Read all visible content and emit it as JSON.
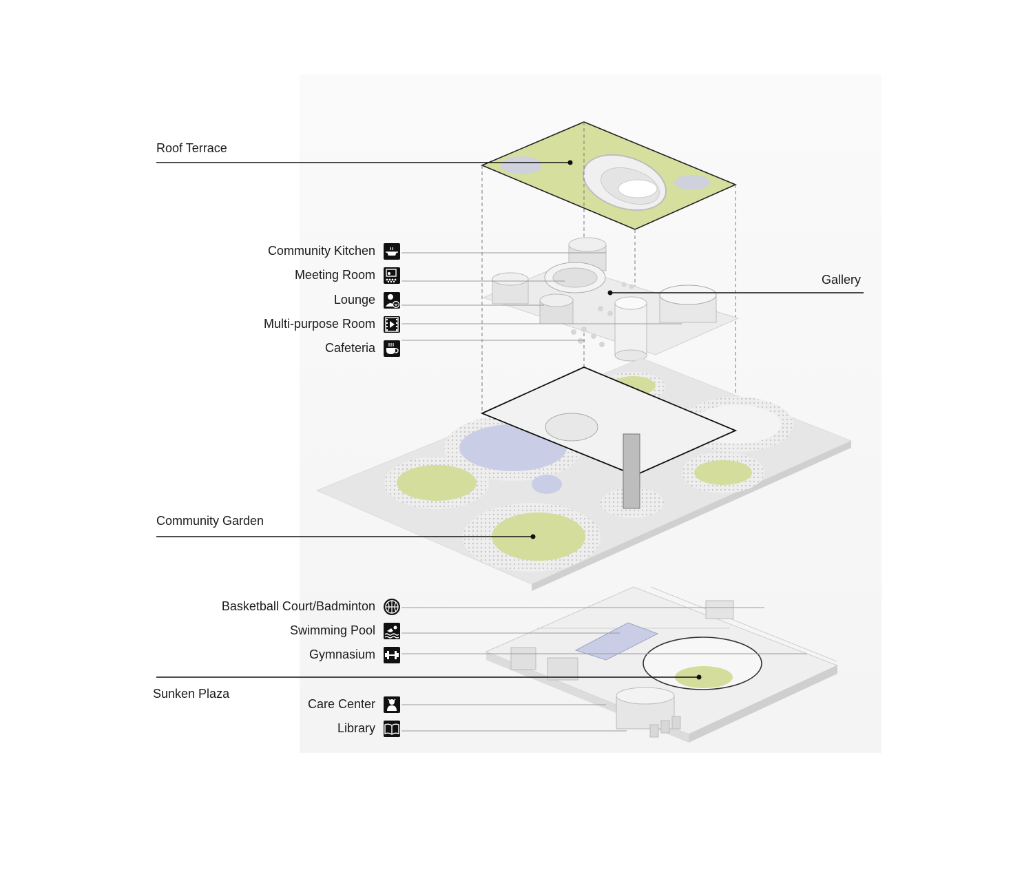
{
  "labels": {
    "roof_terrace": "Roof Terrace",
    "gallery": "Gallery",
    "community_kitchen": "Community Kitchen",
    "meeting_room": "Meeting Room",
    "lounge": "Lounge",
    "multi_purpose_room": "Multi-purpose Room",
    "cafeteria": "Cafeteria",
    "community_garden": "Community Garden",
    "basketball": "Basketball Court/Badminton",
    "swimming_pool": "Swimming Pool",
    "gymnasium": "Gymnasium",
    "sunken_plaza": "Sunken Plaza",
    "care_center": "Care Center",
    "library": "Library"
  },
  "icons": {
    "community_kitchen": "cooking-pot-icon",
    "meeting_room": "meeting-board-icon",
    "lounge": "person-lounge-icon",
    "multi_purpose_room": "film-play-icon",
    "cafeteria": "coffee-cup-icon",
    "basketball": "basketball-icon",
    "swimming_pool": "swimmer-icon",
    "gymnasium": "dumbbell-icon",
    "care_center": "care-center-icon",
    "library": "open-book-icon"
  },
  "colors": {
    "lawn": "#d4dd9c",
    "water": "#c9cee6",
    "slab": "#e6e6e6",
    "line": "#111111",
    "leader": "#9a9a9a"
  }
}
